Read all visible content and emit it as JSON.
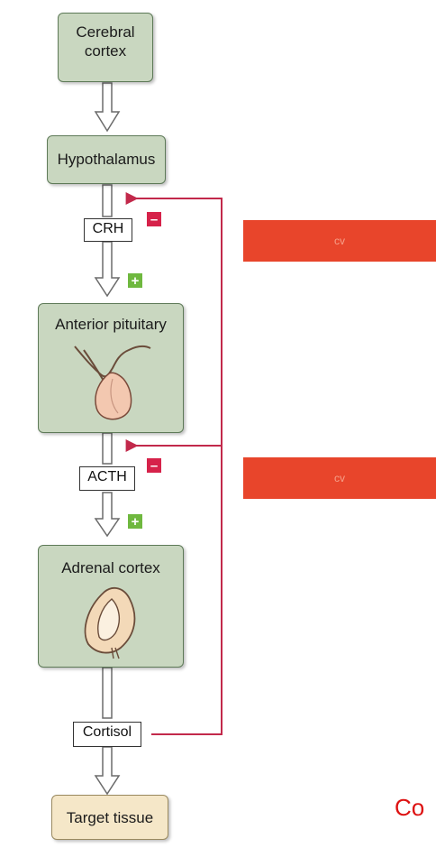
{
  "diagram": {
    "boxes": {
      "cerebral_cortex": "Cerebral\ncortex",
      "hypothalamus": "Hypothalamus",
      "anterior_pituitary": "Anterior pituitary",
      "adrenal_cortex": "Adrenal cortex",
      "target_tissue": "Target tissue"
    },
    "hormones": {
      "crh": "CRH",
      "acth": "ACTH",
      "cortisol": "Cortisol"
    },
    "signs": {
      "minus": "–",
      "plus": "+"
    },
    "colors": {
      "box_fill": "#c9d7c0",
      "target_fill": "#f5e7c8",
      "feedback_line": "#c2294b",
      "minus": "#d6224a",
      "plus": "#6fb83f",
      "banner": "#e8452b"
    }
  },
  "overlay": {
    "banner_text_1": "cv",
    "banner_text_2": "cv",
    "edge_text": "Co"
  }
}
